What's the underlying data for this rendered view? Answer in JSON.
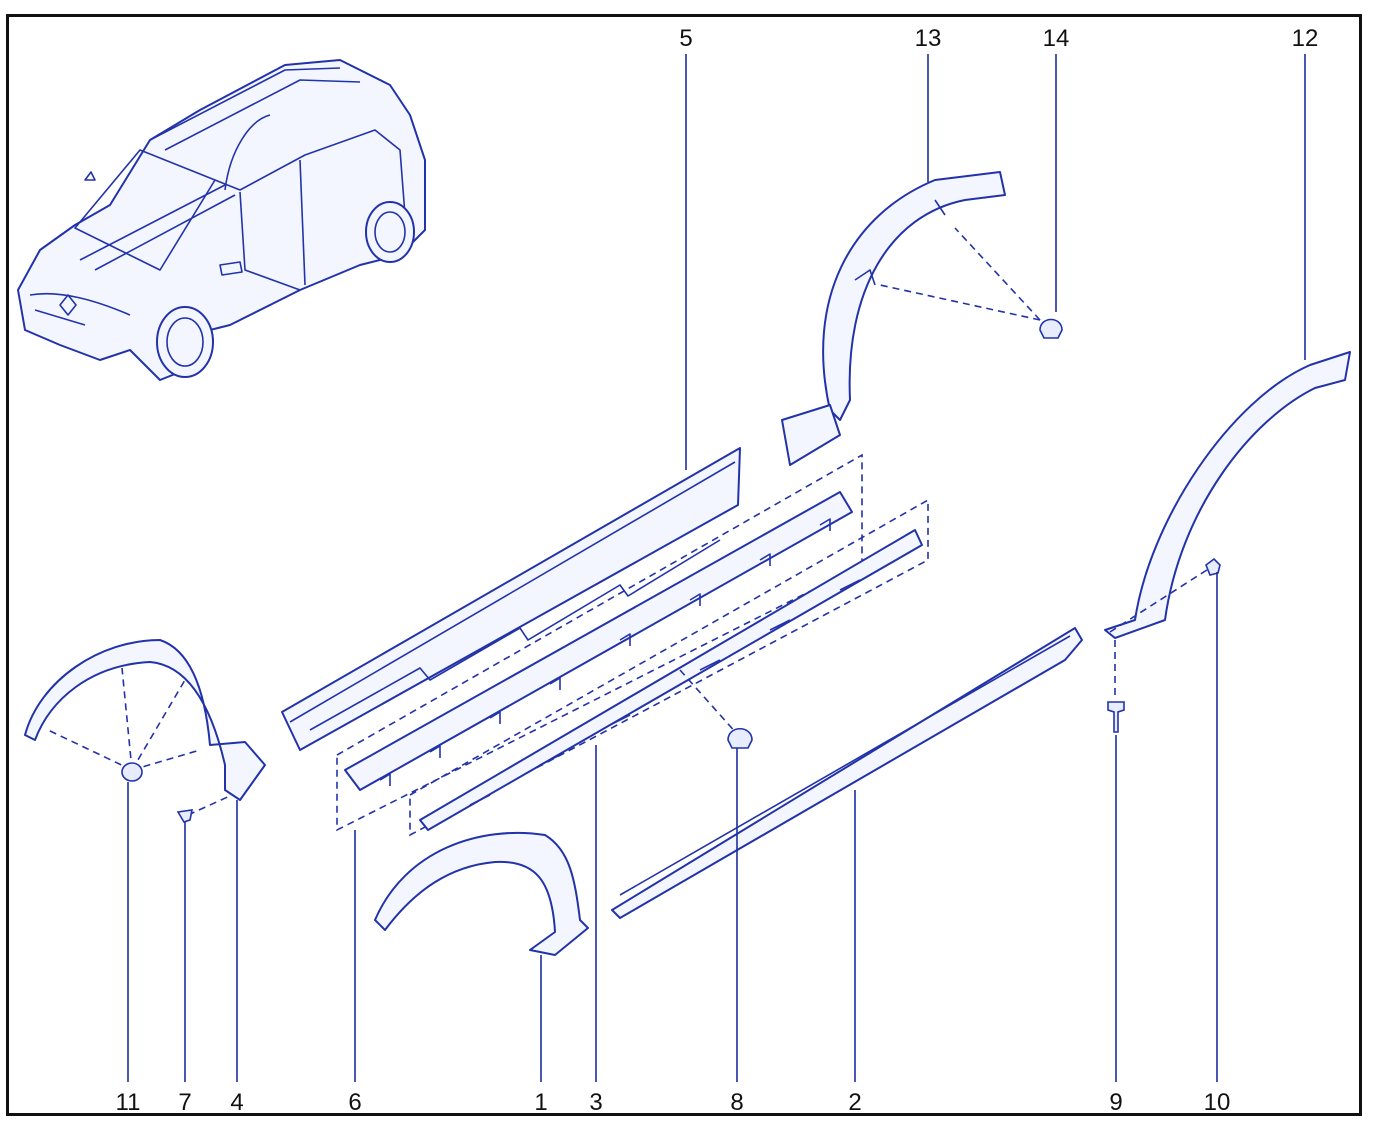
{
  "callouts": {
    "c1": "1",
    "c2": "2",
    "c3": "3",
    "c4": "4",
    "c5": "5",
    "c6": "6",
    "c7": "7",
    "c8": "8",
    "c9": "9",
    "c10": "10",
    "c11": "11",
    "c12": "12",
    "c13": "13",
    "c14": "14"
  },
  "colors": {
    "line": "#2233aa",
    "fill": "#f4f6ff",
    "text": "#111111",
    "frame": "#111111"
  }
}
